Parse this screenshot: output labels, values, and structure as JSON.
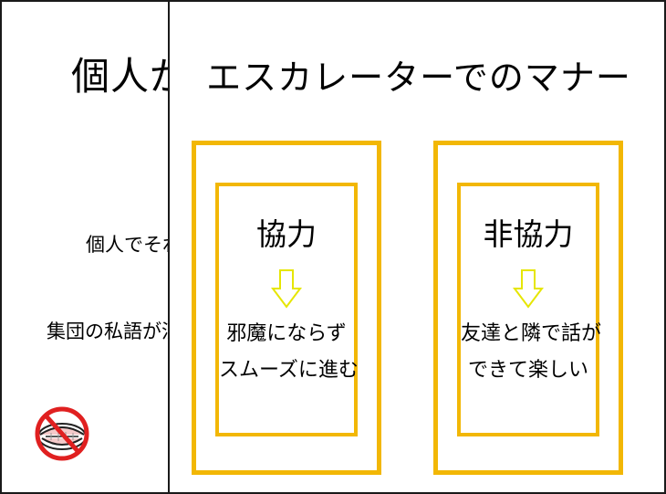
{
  "background_slide": {
    "title": "個人が歩",
    "line1": "個人でそれ",
    "line2": "集団の私語が混",
    "icon": "no-talking-icon"
  },
  "slide": {
    "title": "エスカレーターでのマナー",
    "boxes": [
      {
        "heading": "協力",
        "line1": "邪魔にならず",
        "line2": "スムーズに進む"
      },
      {
        "heading": "非協力",
        "line1": "友達と隣で話が",
        "line2": "できて楽しい"
      }
    ]
  },
  "colors": {
    "box_border": "#f2b705",
    "arrow_stroke": "#e6e600",
    "prohibition": "#e02020"
  }
}
